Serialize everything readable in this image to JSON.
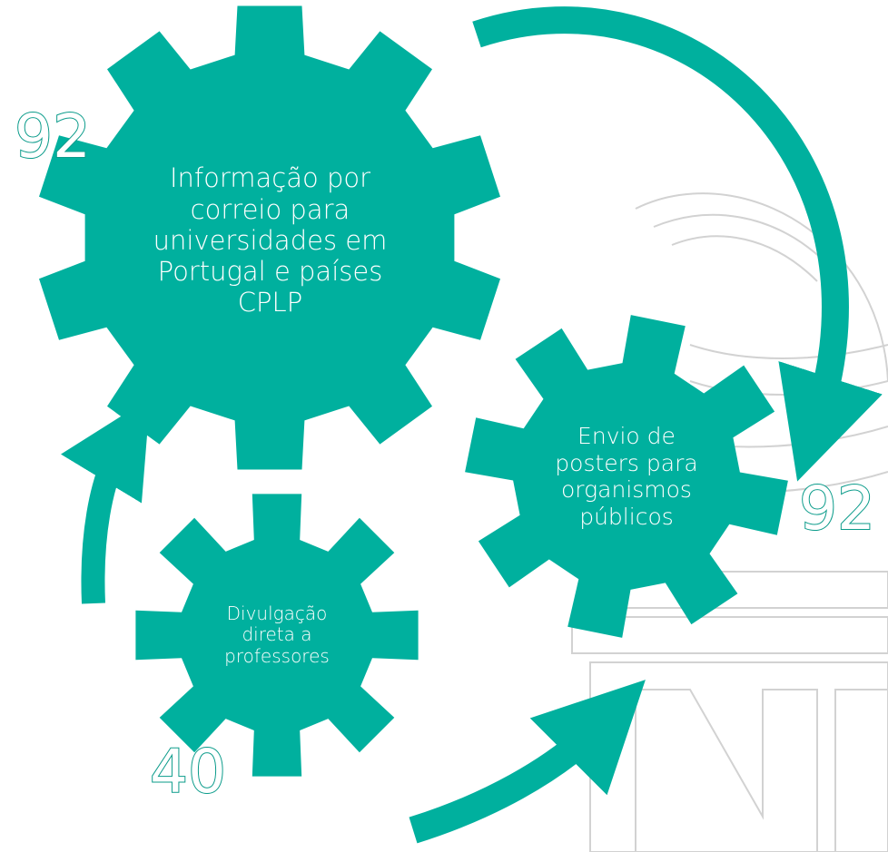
{
  "colors": {
    "gear": "#00b09e",
    "arrow": "#00b09e",
    "number_outline": "#0a9b8a",
    "watermark": "#cfcfcf"
  },
  "gears": [
    {
      "label": "Informação por\ncorreio para\nuniversidades em\nPortugal e países\nCPLP",
      "count": "92"
    },
    {
      "label": "Envio de\nposters para\norganismos\npúblicos",
      "count": "92"
    },
    {
      "label": "Divulgação\ndireta a\nprofessores",
      "count": "40"
    }
  ]
}
